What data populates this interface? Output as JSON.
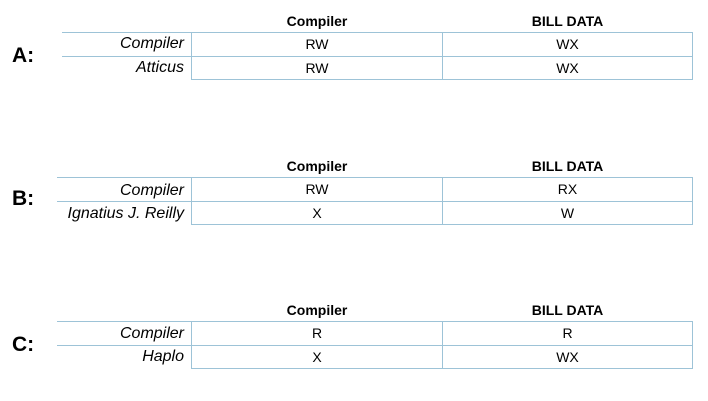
{
  "sections": [
    {
      "label": "A:",
      "columns": [
        "Compiler",
        "BILL DATA"
      ],
      "rows": [
        {
          "label": "Compiler",
          "values": [
            "RW",
            "WX"
          ]
        },
        {
          "label": "Atticus",
          "values": [
            "RW",
            "WX"
          ]
        }
      ]
    },
    {
      "label": "B:",
      "columns": [
        "Compiler",
        "BILL DATA"
      ],
      "rows": [
        {
          "label": "Compiler",
          "values": [
            "RW",
            "RX"
          ]
        },
        {
          "label": "Ignatius J. Reilly",
          "values": [
            "X",
            "W"
          ]
        }
      ]
    },
    {
      "label": "C:",
      "columns": [
        "Compiler",
        "BILL DATA"
      ],
      "rows": [
        {
          "label": "Compiler",
          "values": [
            "R",
            "R"
          ]
        },
        {
          "label": "Haplo",
          "values": [
            "X",
            "WX"
          ]
        }
      ]
    }
  ],
  "colors": {
    "grid_line": "#9dc3d7"
  }
}
